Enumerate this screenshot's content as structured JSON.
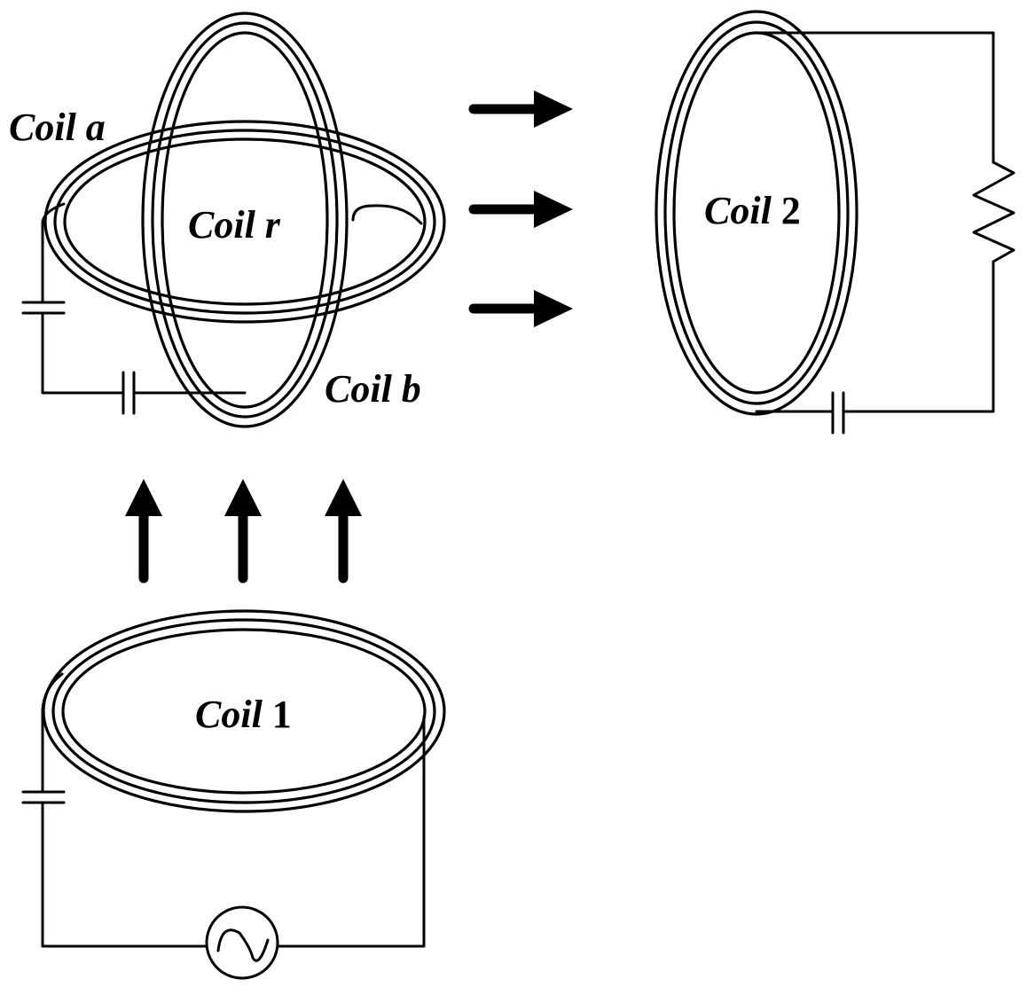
{
  "figure": {
    "description": "Wireless power transfer via resonant relay coils",
    "colors": {
      "stroke": "#000000",
      "background": "#ffffff"
    }
  },
  "labels": {
    "coil_a": {
      "italic": "Coil",
      "suffix": " a",
      "suffix_italic": true
    },
    "coil_b": {
      "italic": "Coil",
      "suffix": " b",
      "suffix_italic": true
    },
    "coil_r": {
      "italic": "Coil",
      "suffix": " r",
      "suffix_italic": true
    },
    "coil_1": {
      "italic": "Coil",
      "suffix": " 1",
      "suffix_italic": false
    },
    "coil_2": {
      "italic": "Coil",
      "suffix": " 2",
      "suffix_italic": false
    }
  },
  "components": {
    "transmitter": {
      "name": "Coil 1",
      "elements": [
        "capacitor",
        "ac-source"
      ],
      "turns": 3
    },
    "relay": {
      "name": "Coil r",
      "sub_coils": [
        "Coil a",
        "Coil b"
      ],
      "elements": [
        "capacitor",
        "capacitor"
      ],
      "turns": 3
    },
    "receiver": {
      "name": "Coil 2",
      "elements": [
        "capacitor",
        "resistor-load"
      ],
      "turns": 3
    }
  },
  "flux_arrows": {
    "upward_count": 3,
    "rightward_count": 3
  }
}
